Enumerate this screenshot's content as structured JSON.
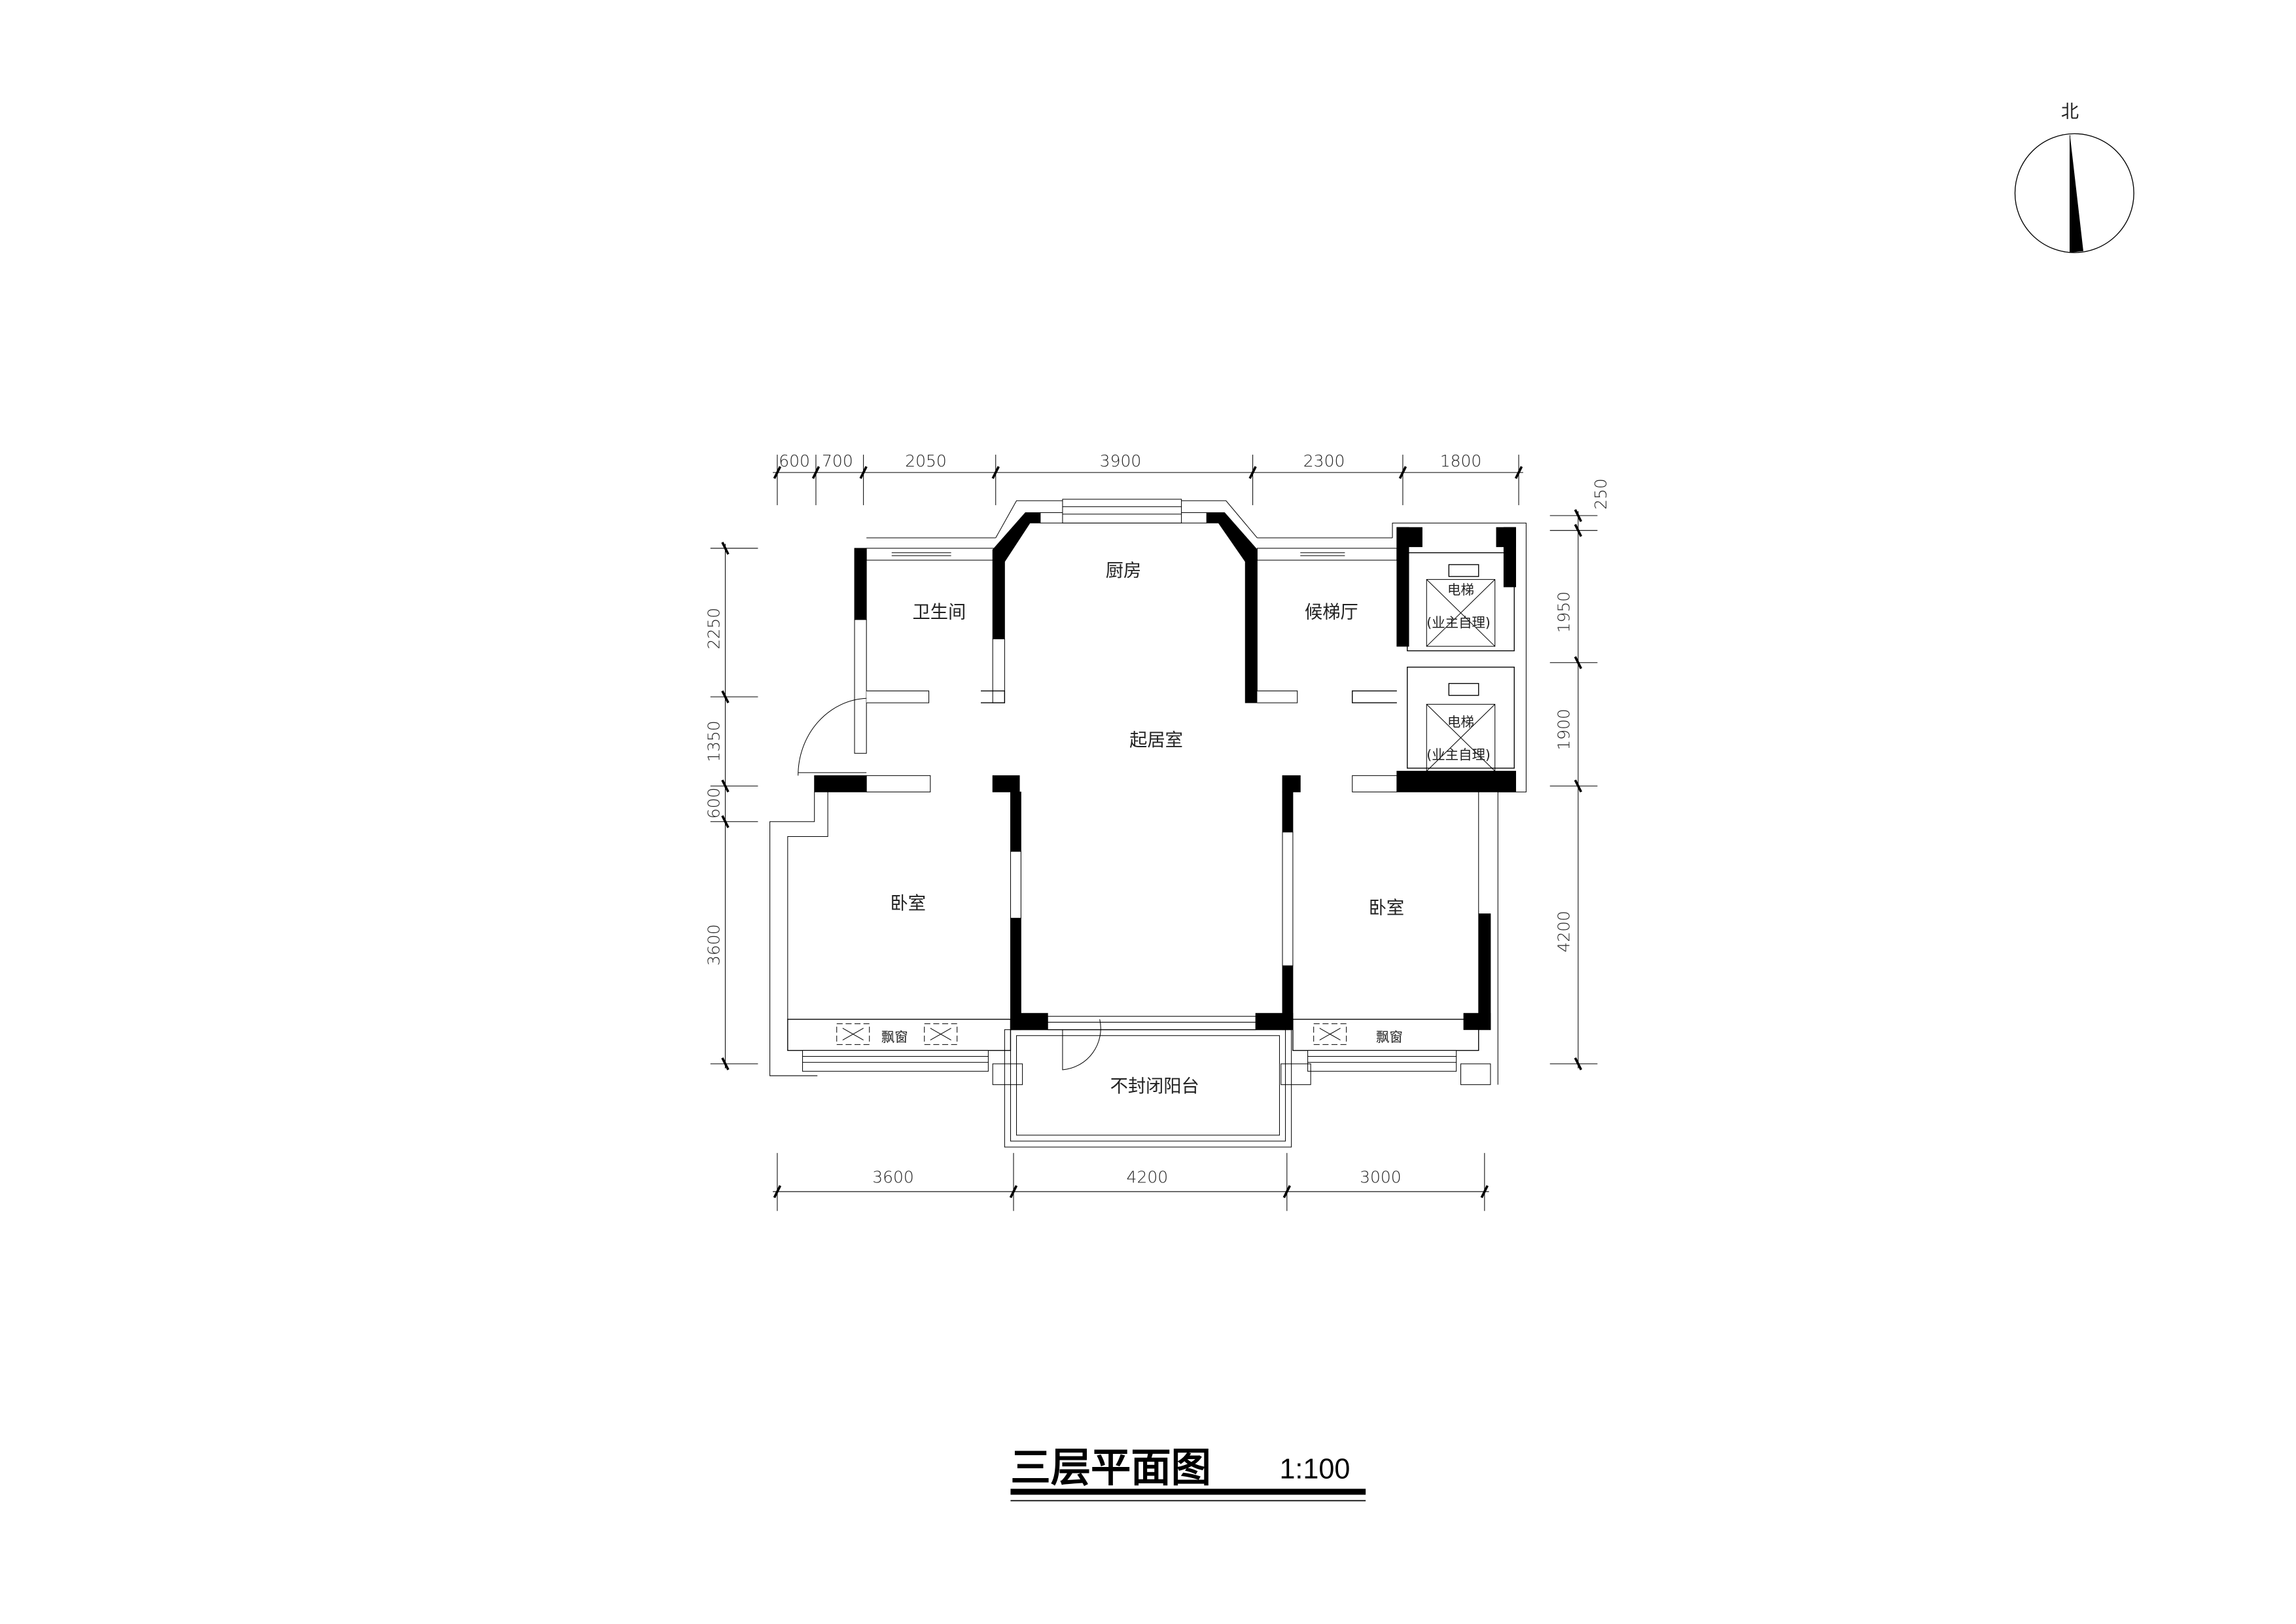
{
  "north_label": "北",
  "title": "三层平面图",
  "scale": "1:100",
  "dims_top": [
    "600",
    "700",
    "2050",
    "3900",
    "2300",
    "1800"
  ],
  "dims_bottom": [
    "3600",
    "4200",
    "3000"
  ],
  "dims_left": [
    "2250",
    "1350",
    "600",
    "3600"
  ],
  "dims_right": [
    "250",
    "1950",
    "1900",
    "4200"
  ],
  "rooms": {
    "kitchen": "厨房",
    "bathroom": "卫生间",
    "elevator_lobby": "候梯厅",
    "living_room": "起居室",
    "bedroom_left": "卧室",
    "bedroom_right": "卧室",
    "bay_window_left": "飘窗",
    "bay_window_right": "飘窗",
    "balcony": "不封闭阳台",
    "elevator_1": "电梯",
    "elevator_1_note": "(业主自理)",
    "elevator_2": "电梯",
    "elevator_2_note": "(业主自理)"
  }
}
